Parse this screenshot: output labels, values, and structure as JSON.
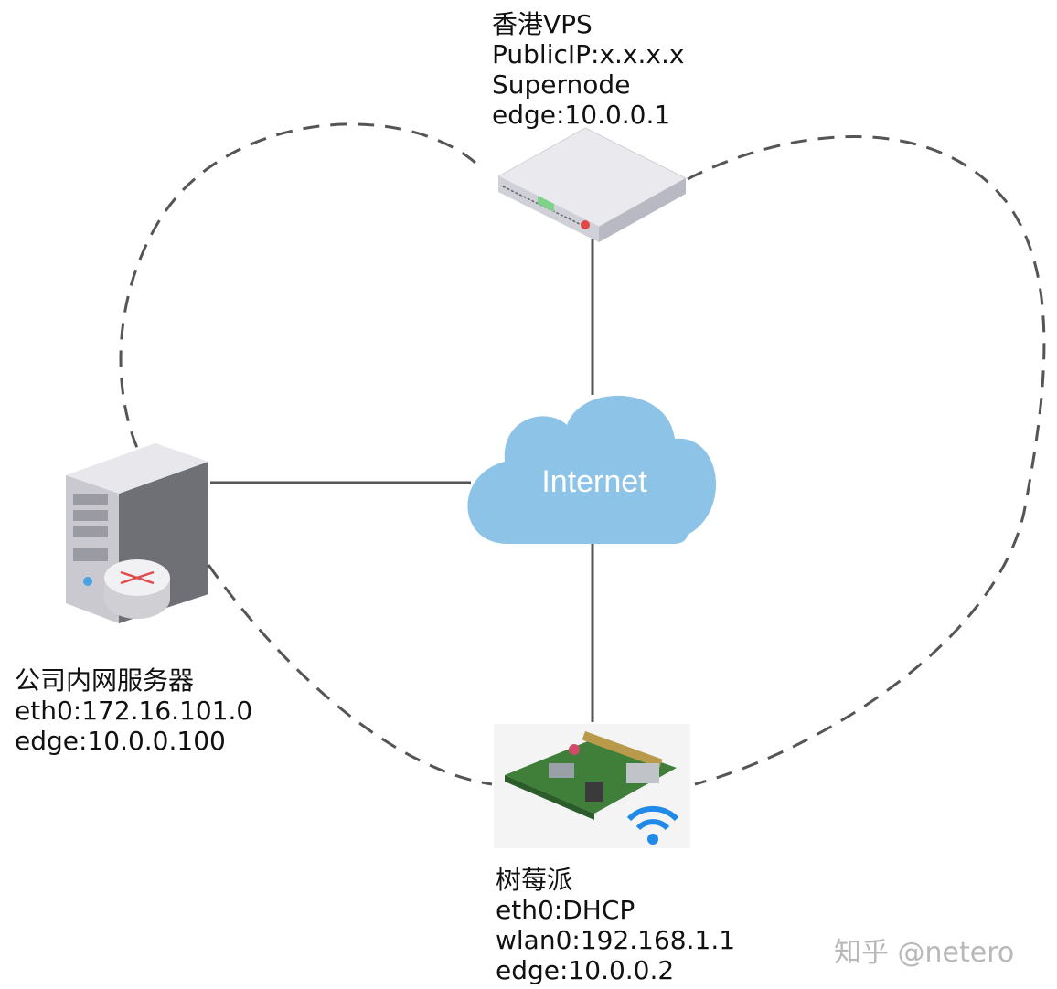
{
  "nodes": {
    "vps": {
      "name": "香港VPS",
      "public_ip": "PublicIP:x.x.x.x",
      "role": "Supernode",
      "edge": "edge:10.0.0.1"
    },
    "server": {
      "name": "公司内网服务器",
      "eth0": "eth0:172.16.101.0",
      "edge": "edge:10.0.0.100"
    },
    "pi": {
      "name": "树莓派",
      "eth0": "eth0:DHCP",
      "wlan0": "wlan0:192.168.1.1",
      "edge": "edge:10.0.0.2"
    }
  },
  "cloud": {
    "label": "Internet",
    "color": "#8ec3e8"
  },
  "watermark": "知乎 @netero",
  "colors": {
    "link": "#555555",
    "dashed": "#555555"
  }
}
